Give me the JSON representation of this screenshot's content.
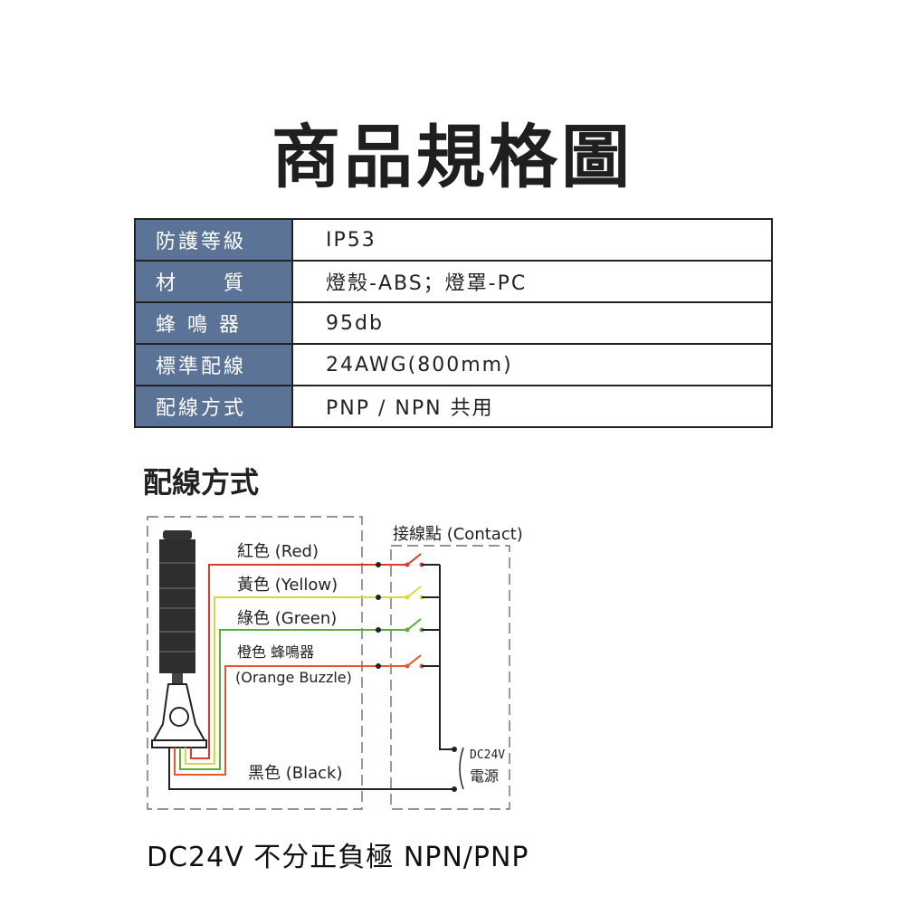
{
  "title": "商品規格圖",
  "specs": [
    {
      "key": "防護等級",
      "value": "IP53"
    },
    {
      "key": "材　　質",
      "value": "燈殼-ABS；燈罩-PC"
    },
    {
      "key": "蜂 鳴 器",
      "value": "95db"
    },
    {
      "key": "標準配線",
      "value": "24AWG(800mm)"
    },
    {
      "key": "配線方式",
      "value": "PNP / NPN 共用"
    }
  ],
  "wiring": {
    "heading": "配線方式",
    "contact_label": "接線點 (Contact)",
    "wires": [
      {
        "label": "紅色 (Red)",
        "color": "#e03a2c"
      },
      {
        "label": "黃色 (Yellow)",
        "color": "#d7d93a"
      },
      {
        "label": "綠色 (Green)",
        "color": "#5cae3a"
      },
      {
        "label": "橙色 蜂鳴器",
        "label2": "(Orange Buzzle)",
        "color": "#e8572d"
      },
      {
        "label": "黑色 (Black)",
        "color": "#222222"
      }
    ],
    "power_line1": "DC24V",
    "power_line2": "電源"
  },
  "footer": "DC24V 不分正負極 NPN/PNP"
}
